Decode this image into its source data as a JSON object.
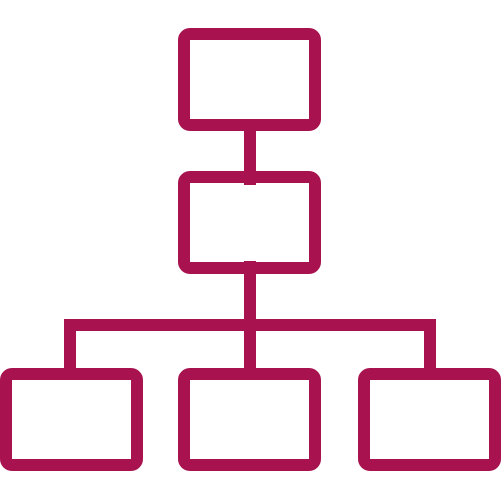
{
  "icon": {
    "name": "org-chart-icon",
    "color": "#A8124F"
  },
  "diagram": {
    "nodes": [
      {
        "id": "root",
        "level": 0
      },
      {
        "id": "middle",
        "level": 1
      },
      {
        "id": "left-leaf",
        "level": 2
      },
      {
        "id": "center-leaf",
        "level": 2
      },
      {
        "id": "right-leaf",
        "level": 2
      }
    ],
    "edges": [
      {
        "from": "root",
        "to": "middle"
      },
      {
        "from": "middle",
        "to": "left-leaf"
      },
      {
        "from": "middle",
        "to": "center-leaf"
      },
      {
        "from": "middle",
        "to": "right-leaf"
      }
    ]
  }
}
